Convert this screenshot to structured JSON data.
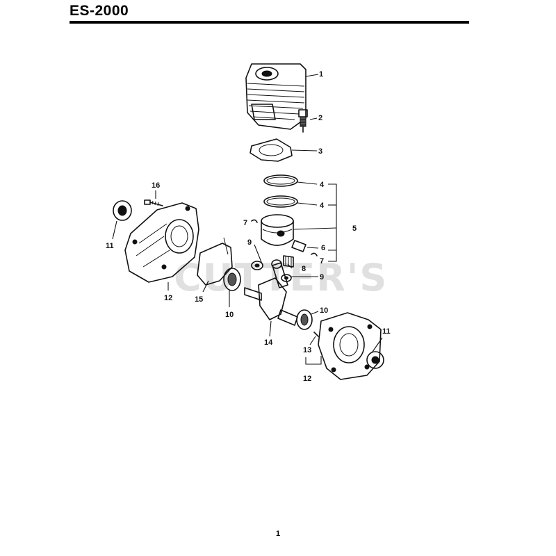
{
  "header": {
    "title": "ES-2000"
  },
  "watermark": "CUTTER'S",
  "page_number": "1",
  "callouts": {
    "c1": "1",
    "c2": "2",
    "c3": "3",
    "c4a": "4",
    "c4b": "4",
    "c5": "5",
    "c6": "6",
    "c7a": "7",
    "c7b": "7",
    "c8": "8",
    "c9a": "9",
    "c9b": "9",
    "c10a": "10",
    "c10b": "10",
    "c11a": "11",
    "c11b": "11",
    "c12a": "12",
    "c12b": "12",
    "c13": "13",
    "c14": "14",
    "c15": "15",
    "c16": "16"
  }
}
